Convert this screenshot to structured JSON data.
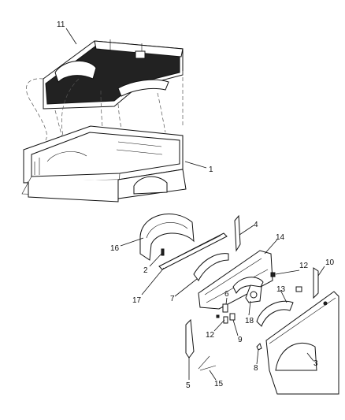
{
  "callouts": [
    {
      "id": "c11",
      "text": "11"
    },
    {
      "id": "c1",
      "text": "1"
    },
    {
      "id": "c16",
      "text": "16"
    },
    {
      "id": "c2",
      "text": "2"
    },
    {
      "id": "c17",
      "text": "17"
    },
    {
      "id": "c4",
      "text": "4"
    },
    {
      "id": "c14",
      "text": "14"
    },
    {
      "id": "c12a",
      "text": "12"
    },
    {
      "id": "c10",
      "text": "10"
    },
    {
      "id": "c13",
      "text": "13"
    },
    {
      "id": "c7",
      "text": "7"
    },
    {
      "id": "c6",
      "text": "6"
    },
    {
      "id": "c18",
      "text": "18"
    },
    {
      "id": "c12b",
      "text": "12"
    },
    {
      "id": "c9",
      "text": "9"
    },
    {
      "id": "c8",
      "text": "8"
    },
    {
      "id": "c3",
      "text": "3"
    },
    {
      "id": "c5",
      "text": "5"
    },
    {
      "id": "c15",
      "text": "15"
    }
  ]
}
